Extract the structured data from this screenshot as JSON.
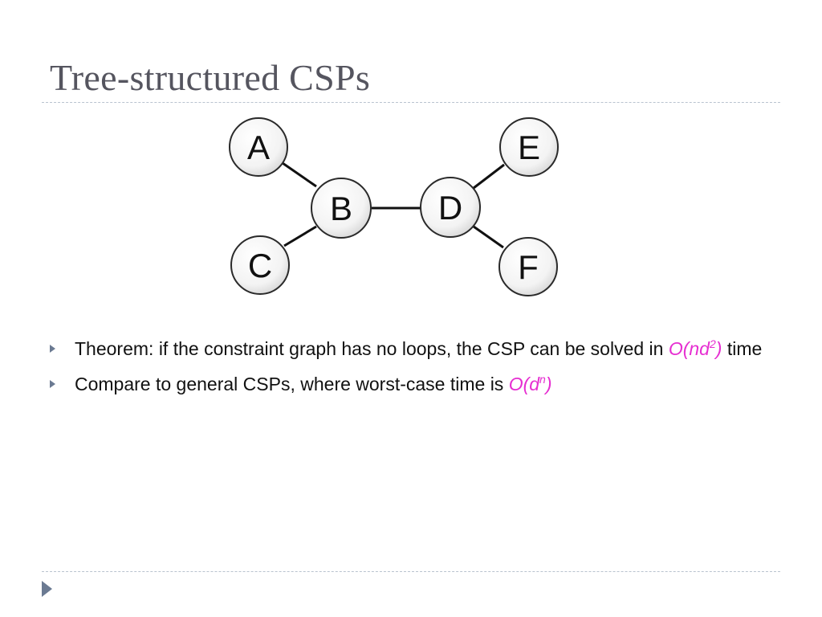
{
  "slide": {
    "title": "Tree-structured CSPs"
  },
  "graph": {
    "nodes": [
      {
        "id": "A",
        "label": "A"
      },
      {
        "id": "B",
        "label": "B"
      },
      {
        "id": "C",
        "label": "C"
      },
      {
        "id": "D",
        "label": "D"
      },
      {
        "id": "E",
        "label": "E"
      },
      {
        "id": "F",
        "label": "F"
      }
    ],
    "edges": [
      [
        "A",
        "B"
      ],
      [
        "C",
        "B"
      ],
      [
        "B",
        "D"
      ],
      [
        "D",
        "E"
      ],
      [
        "D",
        "F"
      ]
    ]
  },
  "bullets": [
    {
      "text": "Theorem: if the constraint graph has no loops, the CSP can be solved in ",
      "math_base": "O(nd",
      "math_sup": "2",
      "math_close": ")",
      "suffix": " time"
    },
    {
      "text": "Compare to general CSPs, where worst-case time is ",
      "math_base": "O(d",
      "math_sup": "n",
      "math_close": ")",
      "suffix": ""
    }
  ],
  "colors": {
    "title": "#55555f",
    "math": "#e62fd1",
    "bullet_marker": "#6b7a92",
    "divider": "#b9c3cf"
  },
  "icons": {
    "bullet": "triangle-right-icon",
    "nav": "play-triangle-icon"
  }
}
